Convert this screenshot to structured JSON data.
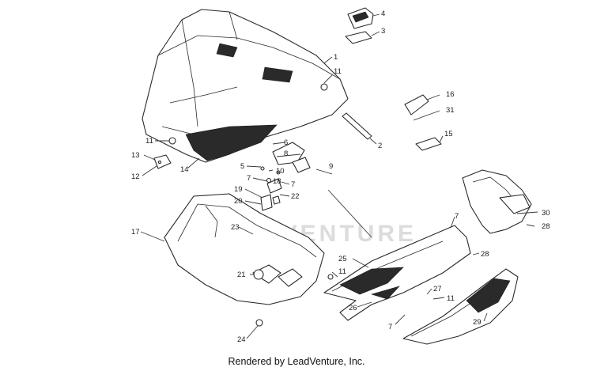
{
  "watermark": "LEADVENTURE",
  "footer": "Rendered by LeadVenture, Inc.",
  "callouts": [
    "1",
    "2",
    "3",
    "4",
    "5",
    "6",
    "7",
    "7",
    "7",
    "7",
    "8",
    "9",
    "10",
    "11",
    "11",
    "11",
    "11",
    "12",
    "13",
    "14",
    "15",
    "16",
    "17",
    "18",
    "19",
    "20",
    "21",
    "22",
    "23",
    "24",
    "25",
    "26",
    "27",
    "28",
    "28",
    "29",
    "30",
    "31"
  ]
}
